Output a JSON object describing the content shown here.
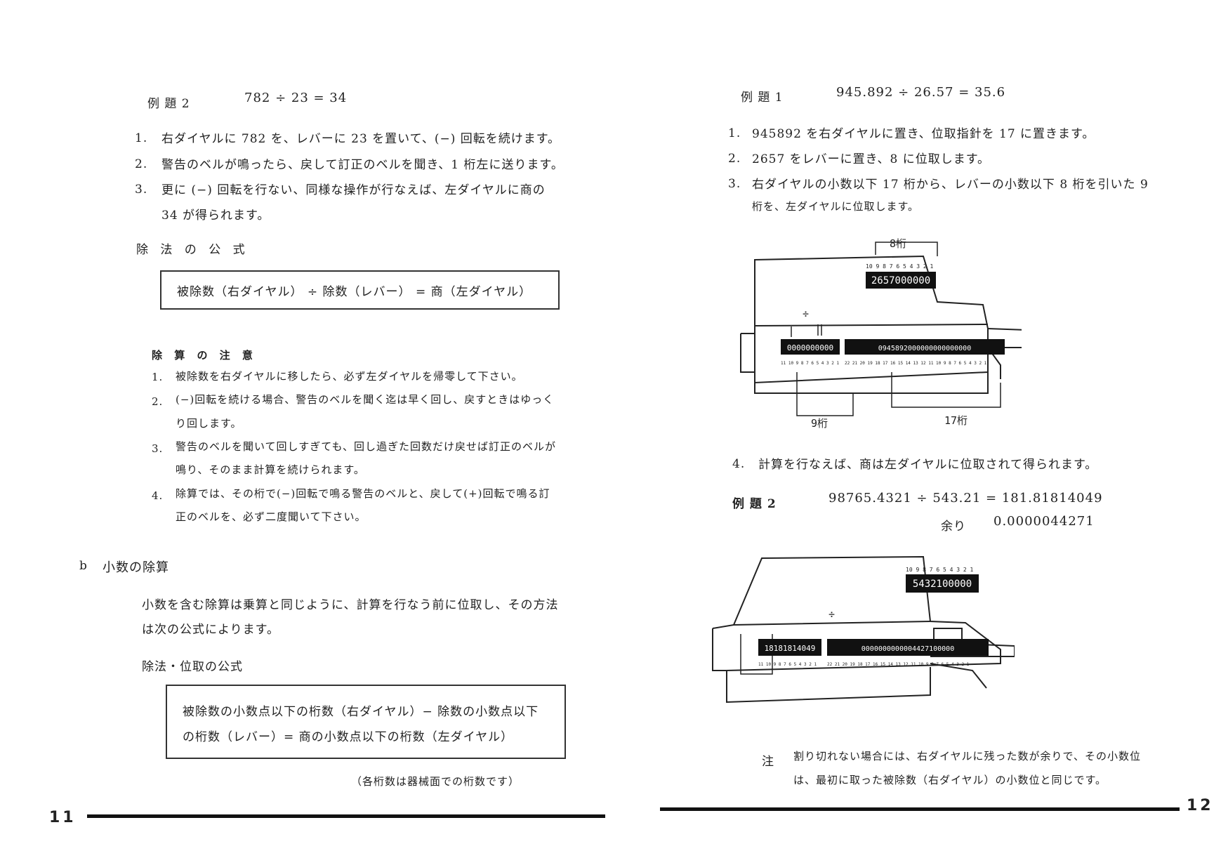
{
  "left": {
    "ex2_label": "例 題 2",
    "ex2_eq": "782 ÷ 23 = 34",
    "steps": [
      {
        "n": "1.",
        "t": "右ダイヤルに 782 を、レバーに 23 を置いて、(−) 回転を続けます。"
      },
      {
        "n": "2.",
        "t": "警告のベルが鳴ったら、戻して訂正のベルを聞き、1 桁左に送ります。"
      },
      {
        "n": "3.",
        "t": "更に (−) 回転を行ない、同様な操作が行なえば、左ダイヤルに商の"
      }
    ],
    "step3_cont": "34 が得られます。",
    "formula_title": "除 法 の 公 式",
    "formula": "被除数（右ダイヤル） ÷ 除数（レバー） = 商（左ダイヤル）",
    "notes_title": "除 算 の 注 意",
    "notes": [
      {
        "n": "1.",
        "l1": "被除数を右ダイヤルに移したら、必ず左ダイヤルを帰零して下さい。",
        "l2": ""
      },
      {
        "n": "2.",
        "l1": "(−)回転を続ける場合、警告のベルを聞く迄は早く回し、戻すときはゆっく",
        "l2": "り回します。"
      },
      {
        "n": "3.",
        "l1": "警告のベルを聞いて回しすぎても、回し過ぎた回数だけ戻せば訂正のベルが",
        "l2": "鳴り、そのまま計算を続けられます。"
      },
      {
        "n": "4.",
        "l1": "除算では、その桁で(−)回転で鳴る警告のベルと、戻して(+)回転で鳴る訂",
        "l2": "正のベルを、必ず二度聞いて下さい。"
      }
    ],
    "sec_b_letter": "b",
    "sec_b_title": "小数の除算",
    "intro_l1": "小数を含む除算は乗算と同じように、計算を行なう前に位取し、その方法",
    "intro_l2": "は次の公式によります。",
    "pos_title": "除法・位取の公式",
    "pos_l1": "被除数の小数点以下の桁数（右ダイヤル）− 除数の小数点以下",
    "pos_l2": "の桁数（レバー）= 商の小数点以下の桁数（左ダイヤル）",
    "pos_note": "（各桁数は器械面での桁数です）",
    "page_number": "11"
  },
  "right": {
    "ex1_label": "例 題 1",
    "ex1_eq": "945.892 ÷ 26.57 = 35.6",
    "steps": [
      {
        "n": "1.",
        "t": "945892 を右ダイヤルに置き、位取指針を 17 に置きます。"
      },
      {
        "n": "2.",
        "t": "2657 をレバーに置き、8 に位取します。"
      },
      {
        "n": "3.",
        "t": "右ダイヤルの小数以下 17 桁から、レバーの小数以下 8 桁を引いた 9"
      }
    ],
    "step3_cont": "桁を、左ダイヤルに位取します。",
    "fig1": {
      "lever_dim": "8桁",
      "lever_scale": "10 9 8 7 6 5 4 3 2 1",
      "lever_value": "2657000000",
      "div_sign": "÷",
      "left_dial": "0000000000",
      "right_dial": "0945892000000000000000",
      "left_scale": "11 10 9 8 7 6 5 4 3 2 1",
      "right_scale": "22 21 20 19 18 17 16 15 14 13 12 11 10 9 8 7 6 5 4 3 2 1",
      "left_dim": "9桁",
      "right_dim": "17桁"
    },
    "step4_n": "4.",
    "step4": "計算を行なえば、商は左ダイヤルに位取されて得られます。",
    "ex2_label": "例 題 2",
    "ex2_eq": "98765.4321 ÷ 543.21 = 181.81814049",
    "remainder_label": "余り",
    "remainder_value": "0.0000044271",
    "fig2": {
      "lever_scale": "10 9 8 7 6 5 4 3 2 1",
      "lever_value": "5432100000",
      "div_sign": "÷",
      "left_dial": "18181814049",
      "right_dial": "0000000000004427100000",
      "left_scale": "11 10 9 8 7 6 5 4 3 2 1",
      "right_scale": "22 21 20 19 18 17 16 15 14 13 12 11 10 9 8 7 6 5 4 3 2 1"
    },
    "note_mark": "注",
    "note_l1": "割り切れない場合には、右ダイヤルに残った数が余りで、その小数位",
    "note_l2": "は、最初に取った被除数（右ダイヤル）の小数位と同じです。",
    "page_number": "12"
  }
}
